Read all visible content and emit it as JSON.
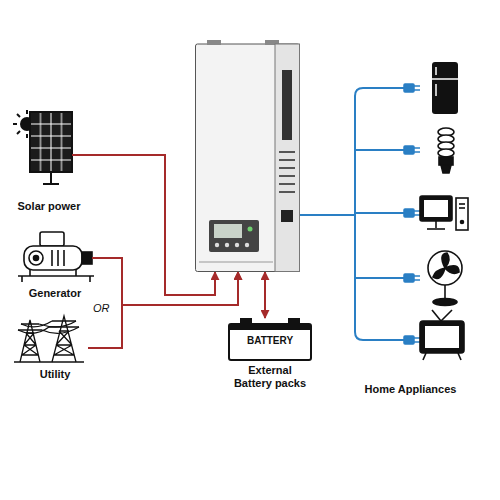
{
  "diagram": {
    "nodes": [
      {
        "text": [
          "Solar power"
        ]
      },
      {
        "text": [
          "Generator"
        ]
      },
      {
        "text": [
          "Utility"
        ]
      },
      {
        "text": []
      },
      {
        "text": [
          "BATTERY",
          "External Battery packs"
        ]
      },
      {
        "text": [
          "Home Appliances"
        ]
      }
    ],
    "edges": [
      {
        "from": 0,
        "to": 3,
        "arrow": "to"
      },
      {
        "from": 1,
        "to": 3,
        "arrow": "to"
      },
      {
        "from": 2,
        "to": 3,
        "arrow": "to"
      },
      {
        "from": 3,
        "to": 4,
        "arrow": "both"
      },
      {
        "from": 3,
        "to": 5,
        "arrow": "none"
      }
    ],
    "labels": [
      "OR"
    ]
  }
}
